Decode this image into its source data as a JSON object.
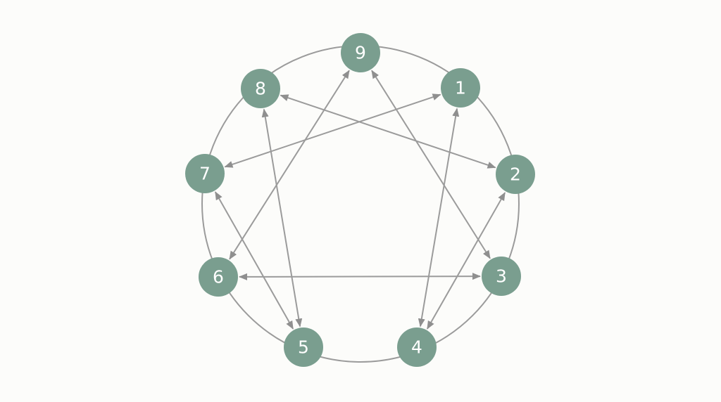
{
  "colors": {
    "background": "#fcfcfa",
    "node_fill": "#7a9e8f",
    "line": "#9b9b9b",
    "arrow": "#8f8f8f",
    "label": "#ffffff"
  },
  "nodes": [
    {
      "id": "9",
      "label": "9"
    },
    {
      "id": "1",
      "label": "1"
    },
    {
      "id": "2",
      "label": "2"
    },
    {
      "id": "3",
      "label": "3"
    },
    {
      "id": "4",
      "label": "4"
    },
    {
      "id": "5",
      "label": "5"
    },
    {
      "id": "6",
      "label": "6"
    },
    {
      "id": "7",
      "label": "7"
    },
    {
      "id": "8",
      "label": "8"
    }
  ],
  "connections": [
    {
      "from": "9",
      "to": "3",
      "direction": "both"
    },
    {
      "from": "9",
      "to": "6",
      "direction": "both"
    },
    {
      "from": "3",
      "to": "6",
      "direction": "both"
    },
    {
      "from": "1",
      "to": "4",
      "direction": "both"
    },
    {
      "from": "4",
      "to": "2",
      "direction": "both"
    },
    {
      "from": "2",
      "to": "8",
      "direction": "both"
    },
    {
      "from": "8",
      "to": "5",
      "direction": "both"
    },
    {
      "from": "5",
      "to": "7",
      "direction": "both"
    },
    {
      "from": "7",
      "to": "1",
      "direction": "both"
    }
  ]
}
